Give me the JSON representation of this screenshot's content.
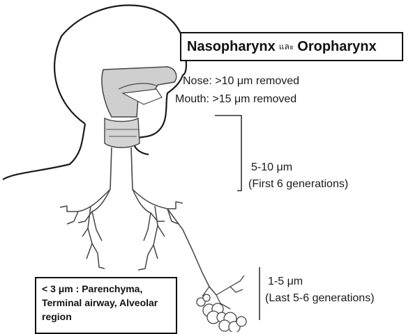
{
  "title_box": {
    "left": "Nasopharynx",
    "thai": "และ",
    "right": "Oropharynx"
  },
  "labels": {
    "nose": "Nose: >10 μm removed",
    "mouth": "Mouth: >15 μm removed",
    "upper_size": "5-10 μm",
    "upper_gen": "(First 6 generations)",
    "lower_size": "1-5 μm",
    "lower_gen": "(Last 5-6 generations)"
  },
  "alveolar_box": {
    "line1": "< 3 μm : Parenchyma,",
    "line2": "Terminal airway, Alveolar",
    "line3": "region"
  }
}
